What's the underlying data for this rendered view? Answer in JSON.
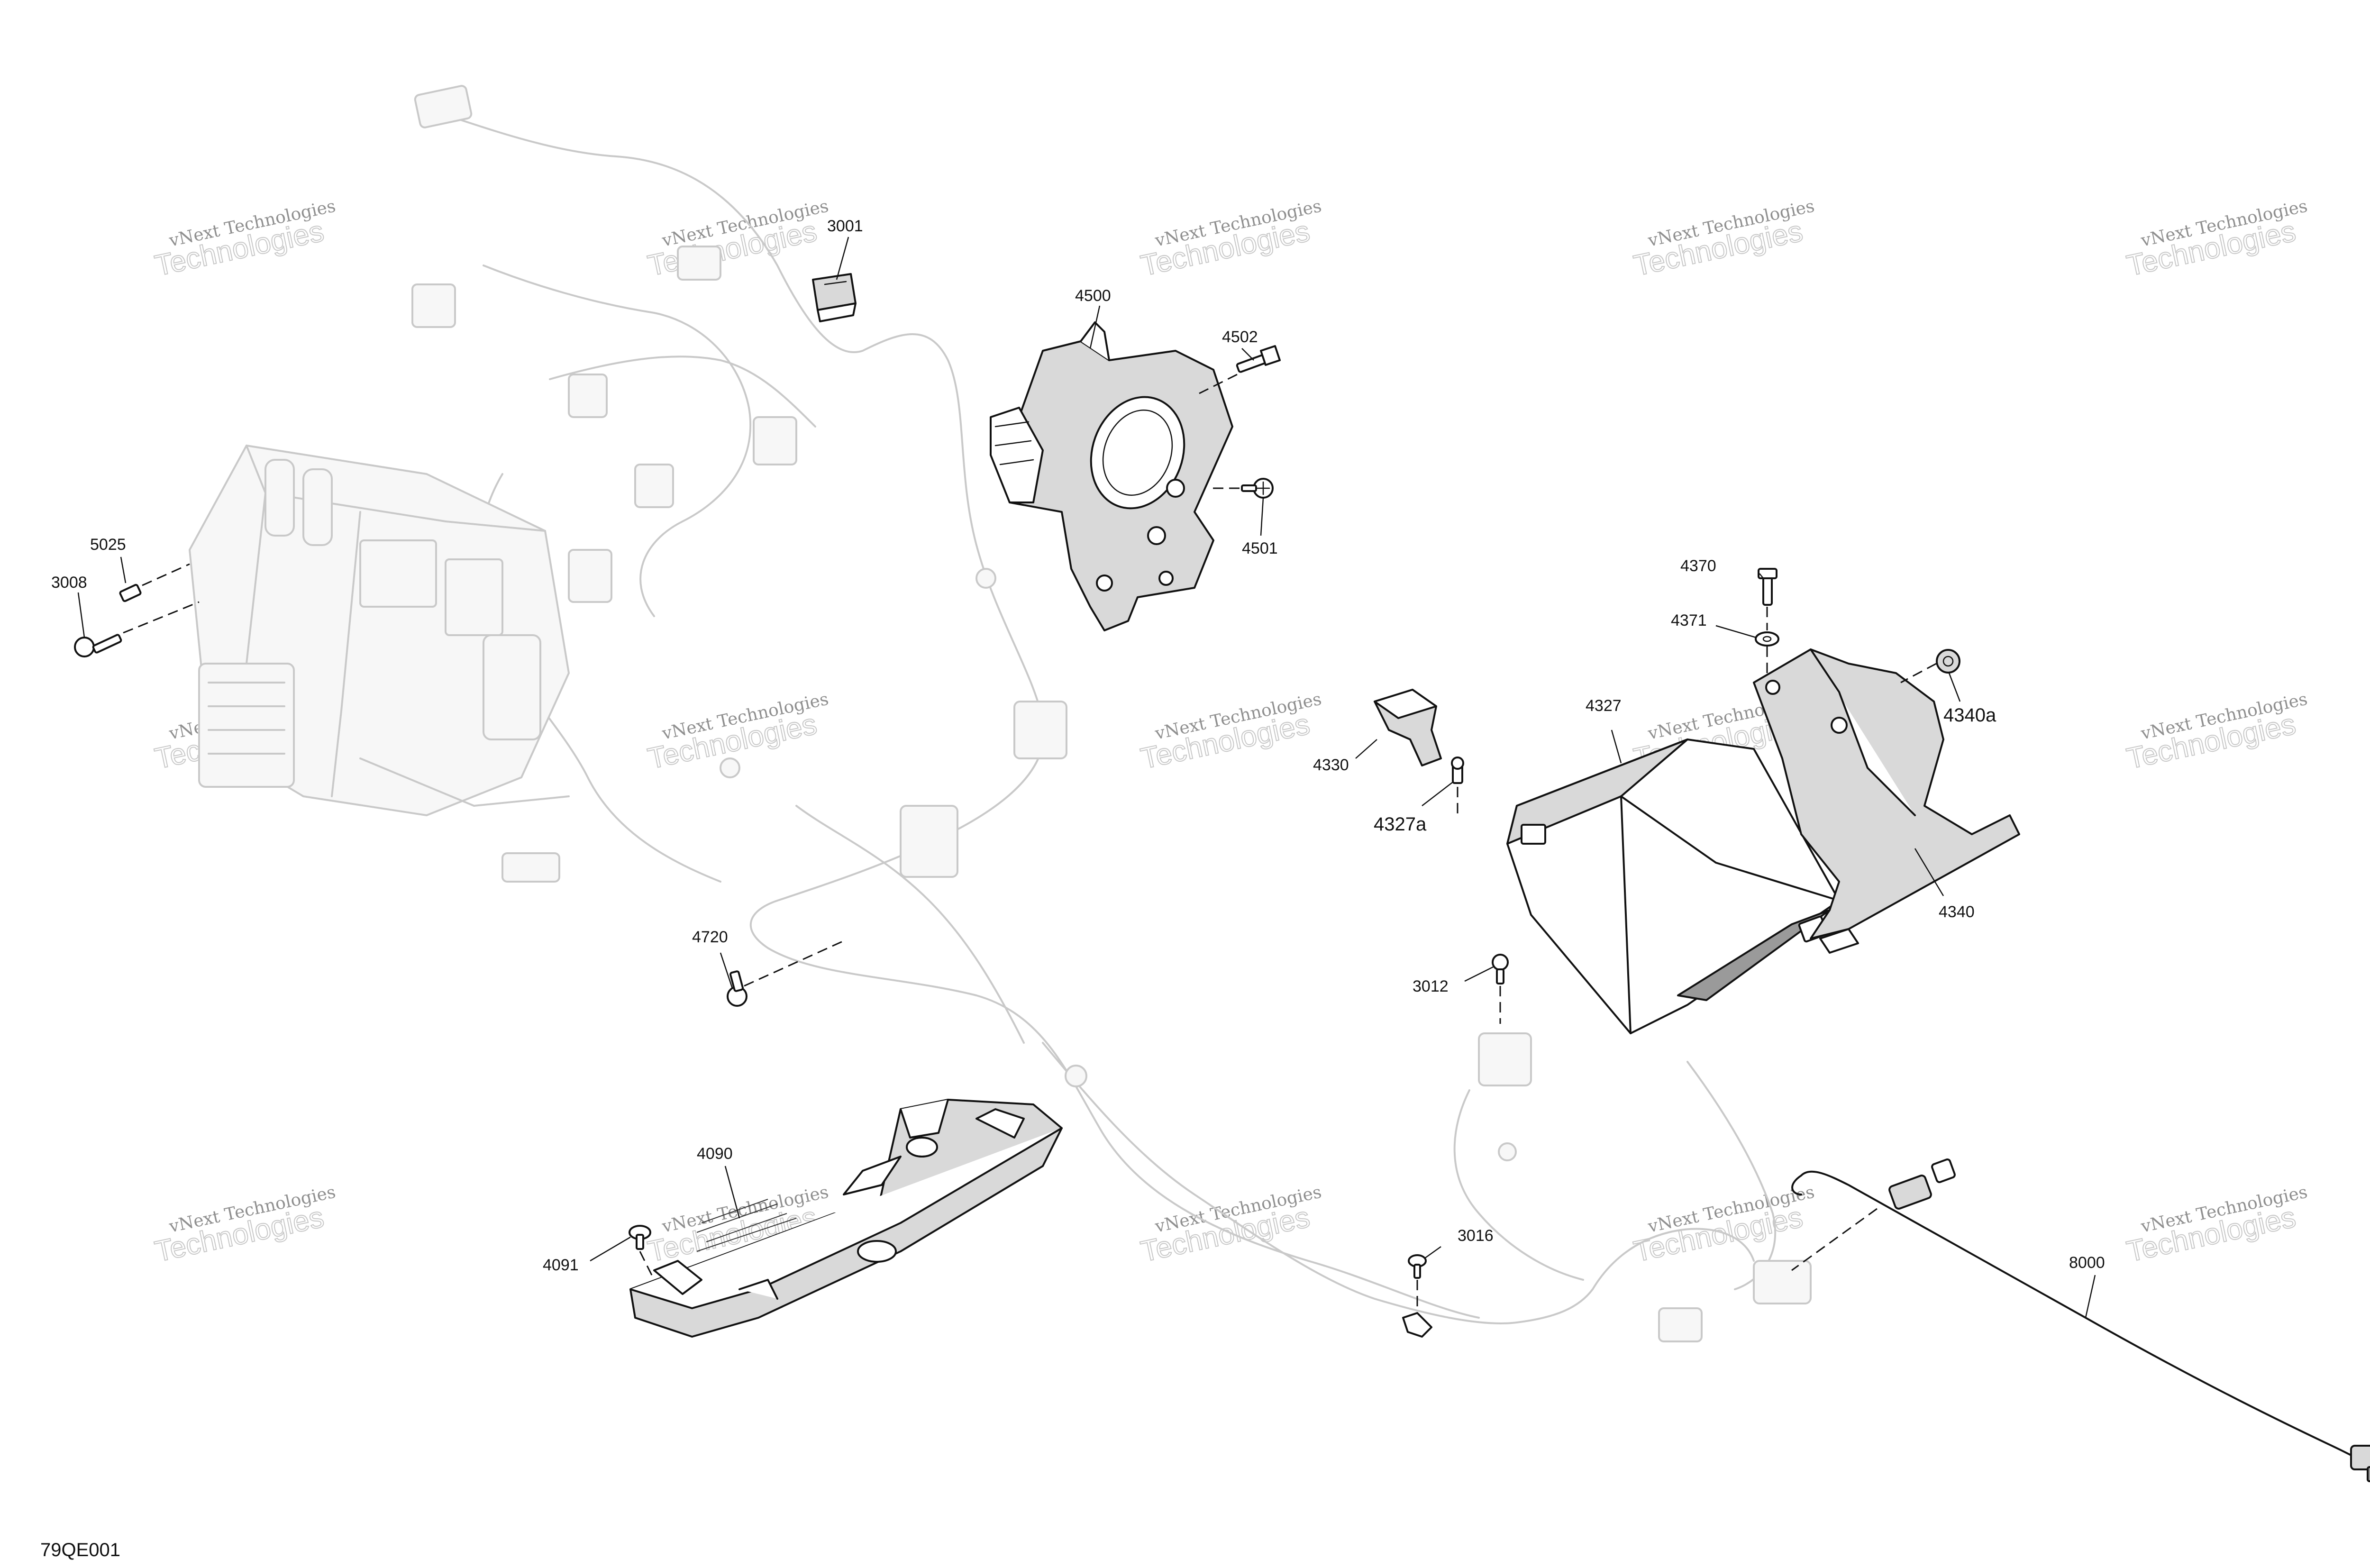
{
  "figure_code": "79QE001",
  "watermark": {
    "line1": "vNext Technologies",
    "line2": "Technologies"
  },
  "callouts": {
    "c3001": "3001",
    "c4500": "4500",
    "c4502": "4502",
    "c4501": "4501",
    "c5025": "5025",
    "c3008": "3008",
    "c4370": "4370",
    "c4371": "4371",
    "c4327": "4327",
    "c4340a": "4340a",
    "c4330": "4330",
    "c4327a": "4327a",
    "c4340": "4340",
    "c4720": "4720",
    "c3012": "3012",
    "c4090": "4090",
    "c4091": "4091",
    "c3016": "3016",
    "c8000": "8000"
  }
}
